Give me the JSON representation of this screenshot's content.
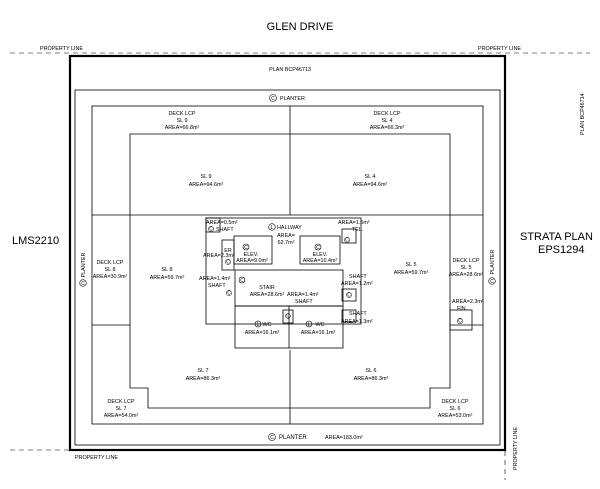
{
  "street": "GLEN DRIVE",
  "property_line": "PROPERTY LINE",
  "plan_top": "PLAN BCP46713",
  "plan_right": "PLAN BCP46714",
  "left_plan": "LMS2210",
  "right_plan": {
    "line1": "STRATA PLAN",
    "line2": "EPS1294"
  },
  "common_symbol": "C",
  "limited_symbol": "L",
  "planter_top": "PLANTER",
  "planter_left": "PLANTER",
  "planter_right": "PLANTER",
  "planter_bottom": "PLANTER",
  "bottom_area": "AREA=183.0m²",
  "deck_sl9": {
    "line1": "DECK LCP",
    "line2": "SL 9",
    "line3": "AREA=66.8m²"
  },
  "deck_sl4": {
    "line1": "DECK LCP",
    "line2": "SL 4",
    "line3": "AREA=66.3m²"
  },
  "deck_sl8": {
    "line1": "DECK LCP",
    "line2": "SL 8",
    "line3": "AREA=30.9m²"
  },
  "deck_sl5": {
    "line1": "DECK LCP",
    "line2": "SL 5",
    "line3": "AREA=28.6m²"
  },
  "deck_sl7": {
    "line1": "DECK LCP",
    "line2": "SL 7",
    "line3": "AREA=54.0m²"
  },
  "deck_sl6": {
    "line1": "DECK LCP",
    "line2": "SL 6",
    "line3": "AREA=53.0m²"
  },
  "sl9": {
    "name": "SL 9",
    "area": "AREA=94.6m²"
  },
  "sl4": {
    "name": "SL 4",
    "area": "AREA=94.6m²"
  },
  "sl8": {
    "name": "SL 8",
    "area": "AREA=59.7m²"
  },
  "sl5": {
    "name": "SL 5",
    "area": "AREA=59.7m²"
  },
  "sl7": {
    "name": "SL 7",
    "area": "AREA=86.3m²"
  },
  "sl6": {
    "name": "SL 6",
    "area": "AREA=86.3m²"
  },
  "hallway": {
    "name": "HALLWAY",
    "area_label": "AREA=",
    "area": "62.7m²"
  },
  "elev_left": {
    "name": "ELEV.",
    "area": "AREA=9.0m²"
  },
  "elev_right": {
    "name": "ELEV.",
    "area": "AREA=10.4m²"
  },
  "stair": {
    "name": "STAIR",
    "area": "AREA=28.6m²"
  },
  "wc_left": {
    "name": "WC",
    "area": "AREA=16.1m²"
  },
  "wc_right": {
    "name": "WC",
    "area": "AREA=16.1m²"
  },
  "shaft_tl": {
    "area": "AREA=0.5m²",
    "name": "SHAFT"
  },
  "er": {
    "area": "AREA=2.3m²",
    "name": "ER"
  },
  "shaft_l": {
    "area": "AREA=1.4m²",
    "name": "SHAFT"
  },
  "tel": {
    "area": "AREA=1.5m²",
    "name": "TEL."
  },
  "shaft_r1": {
    "name": "SHAFT",
    "area": "AREA=1.2m²"
  },
  "shaft_r2": {
    "name": "SHAFT",
    "area": "AREA=1.3m²"
  },
  "shaft_c": {
    "area": "AREA=1.4m²",
    "name": "SHAFT"
  },
  "fin": {
    "area": "AREA=2.3m²",
    "name": "FIN"
  }
}
